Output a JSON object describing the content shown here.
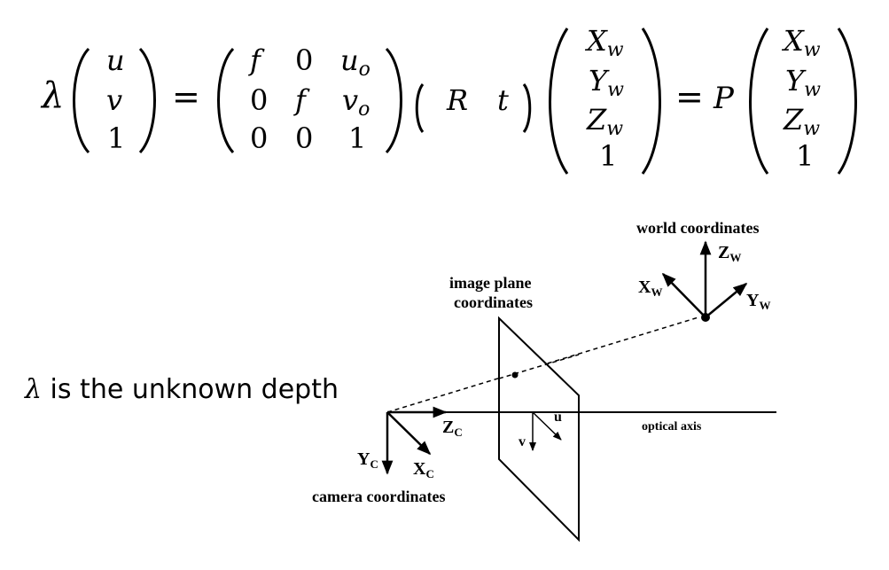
{
  "equation": {
    "lambda": "λ",
    "u": "u",
    "v": "v",
    "one": "1",
    "eq": "=",
    "k11": "f",
    "k12": "0",
    "k13": "u",
    "k13_sub": "o",
    "k21": "0",
    "k22": "f",
    "k23": "v",
    "k23_sub": "o",
    "k31": "0",
    "k32": "0",
    "k33": "1",
    "R": "R",
    "t": "t",
    "X": "X",
    "Y": "Y",
    "Z": "Z",
    "w": "w",
    "P": "P"
  },
  "note": {
    "lambda": "λ",
    "text": " is the unknown depth"
  },
  "labels": {
    "world_coordinates": "world coordinates",
    "image_plane_line1": "image plane",
    "image_plane_line2": "coordinates",
    "camera_coordinates": "camera coordinates",
    "optical_axis": "optical axis",
    "Zw": "Z",
    "Zw_sub": "W",
    "Xw": "X",
    "Xw_sub": "W",
    "Yw": "Y",
    "Yw_sub": "W",
    "Zc": "Z",
    "Zc_sub": "C",
    "Yc": "Y",
    "Yc_sub": "C",
    "Xc": "X",
    "Xc_sub": "C",
    "u": "u",
    "v": "v"
  }
}
